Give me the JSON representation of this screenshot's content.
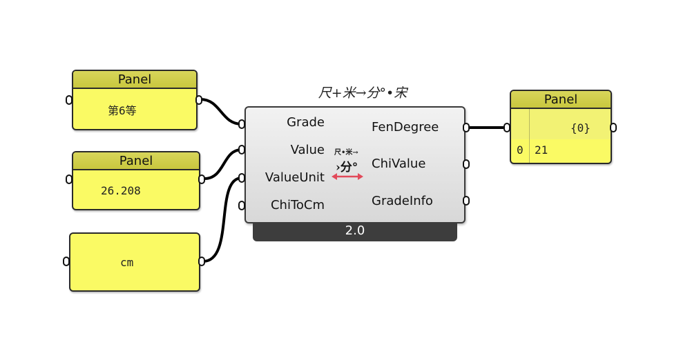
{
  "panels": [
    {
      "header": "Panel",
      "text": "第6等"
    },
    {
      "header": "Panel",
      "text": "26.208"
    },
    {
      "header": "",
      "text": "cm"
    }
  ],
  "component": {
    "title": "尺+米→分°•宋",
    "inputs": [
      "Grade",
      "Value",
      "ValueUnit",
      "ChiToCm"
    ],
    "outputs": [
      "FenDegree",
      "ChiValue",
      "GradeInfo"
    ],
    "version": "2.0",
    "icon_top_text": "尺•米→",
    "icon_mid_text": "›分°",
    "icon_arrow_color": "#e24a5a"
  },
  "output_panel": {
    "header": "Panel",
    "path": "{0}",
    "index": "0",
    "value": "21"
  },
  "colors": {
    "panel_fill": "#fafa64",
    "panel_header": "#c9c73e",
    "component_fill": "#e6e6e6",
    "footer": "#3d3d3d",
    "wire": "#000000"
  }
}
